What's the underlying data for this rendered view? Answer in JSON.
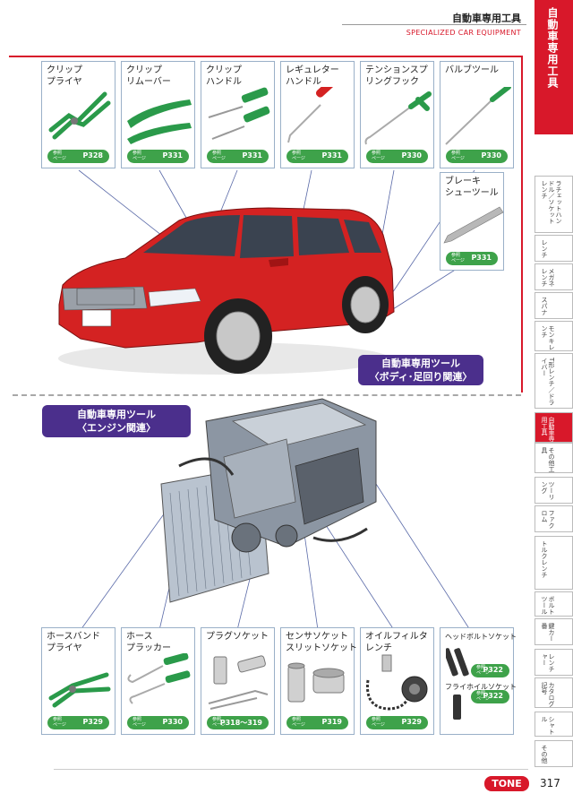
{
  "header": {
    "title": "自動車専用工具",
    "subtitle": "SPECIALIZED CAR EQUIPMENT"
  },
  "sidebar": {
    "title": "自動車専用工具",
    "tabs": [
      {
        "label": "ラチェットハンドル／ソケットレンチ",
        "active": false
      },
      {
        "label": "レンチ",
        "active": false
      },
      {
        "label": "メガネレンチ",
        "active": false
      },
      {
        "label": "スパナ",
        "active": false
      },
      {
        "label": "モンキレンチ",
        "active": false
      },
      {
        "label": "T形レンチ／ドライバー",
        "active": false
      },
      {
        "label": "自動車専用工具",
        "active": true
      },
      {
        "label": "その他工具",
        "active": false
      },
      {
        "label": "ツーリング",
        "active": false
      },
      {
        "label": "ファクロム",
        "active": false
      },
      {
        "label": "トルクレンチ",
        "active": false
      },
      {
        "label": "ボルトツール",
        "active": false
      },
      {
        "label": "鍵カー番",
        "active": false
      },
      {
        "label": "レンチャー",
        "active": false
      },
      {
        "label": "カタログ記号",
        "active": false
      },
      {
        "label": "シャトル",
        "active": false
      },
      {
        "label": "その他",
        "active": false
      }
    ]
  },
  "ref_key": "参照\nページ",
  "body_tools": [
    {
      "name": "クリップ\nプライヤ",
      "page": "P328",
      "icon": "clip-plier-icon"
    },
    {
      "name": "クリップ\nリムーバー",
      "page": "P331",
      "icon": "clip-remover-icon"
    },
    {
      "name": "クリップ\nハンドル",
      "page": "P331",
      "icon": "clip-handle-icon"
    },
    {
      "name": "レギュレター\nハンドル",
      "page": "P331",
      "icon": "regulator-handle-icon"
    },
    {
      "name": "テンションスプ\nリングフック",
      "page": "P330",
      "icon": "spring-hook-icon"
    },
    {
      "name": "バルブツール",
      "page": "P330",
      "icon": "valve-tool-icon"
    }
  ],
  "brake_tool": {
    "name": "ブレーキ\nシューツール",
    "page": "P331",
    "icon": "brake-shoe-tool-icon"
  },
  "body_banner": {
    "line1": "自動車専用ツール",
    "line2": "〈ボディ･足回り関連〉"
  },
  "engine_banner": {
    "line1": "自動車専用ツール",
    "line2": "〈エンジン関連〉"
  },
  "engine_tools": [
    {
      "name": "ホースバンド\nプライヤ",
      "page": "P329",
      "icon": "hose-band-plier-icon"
    },
    {
      "name": "ホース\nプラッカー",
      "page": "P330",
      "icon": "hose-plucker-icon"
    },
    {
      "name": "プラグソケット",
      "page": "P318～319",
      "icon": "plug-socket-icon"
    },
    {
      "name": "センサソケット\nスリットソケット",
      "page": "P319",
      "icon": "sensor-socket-icon"
    },
    {
      "name": "オイルフィルタ\nレンチ",
      "page": "P329",
      "icon": "oil-filter-wrench-icon"
    }
  ],
  "head_bolt": {
    "name": "ヘッドボルトソケット",
    "page": "P322",
    "name2": "フライホイルソケット",
    "page2": "P322"
  },
  "footer": {
    "brand": "TONE",
    "page_number": "317"
  },
  "colors": {
    "accent_red": "#d8182a",
    "ref_green": "#3ea24a",
    "banner_purple": "#4b2f8c",
    "car_red": "#d42222"
  }
}
